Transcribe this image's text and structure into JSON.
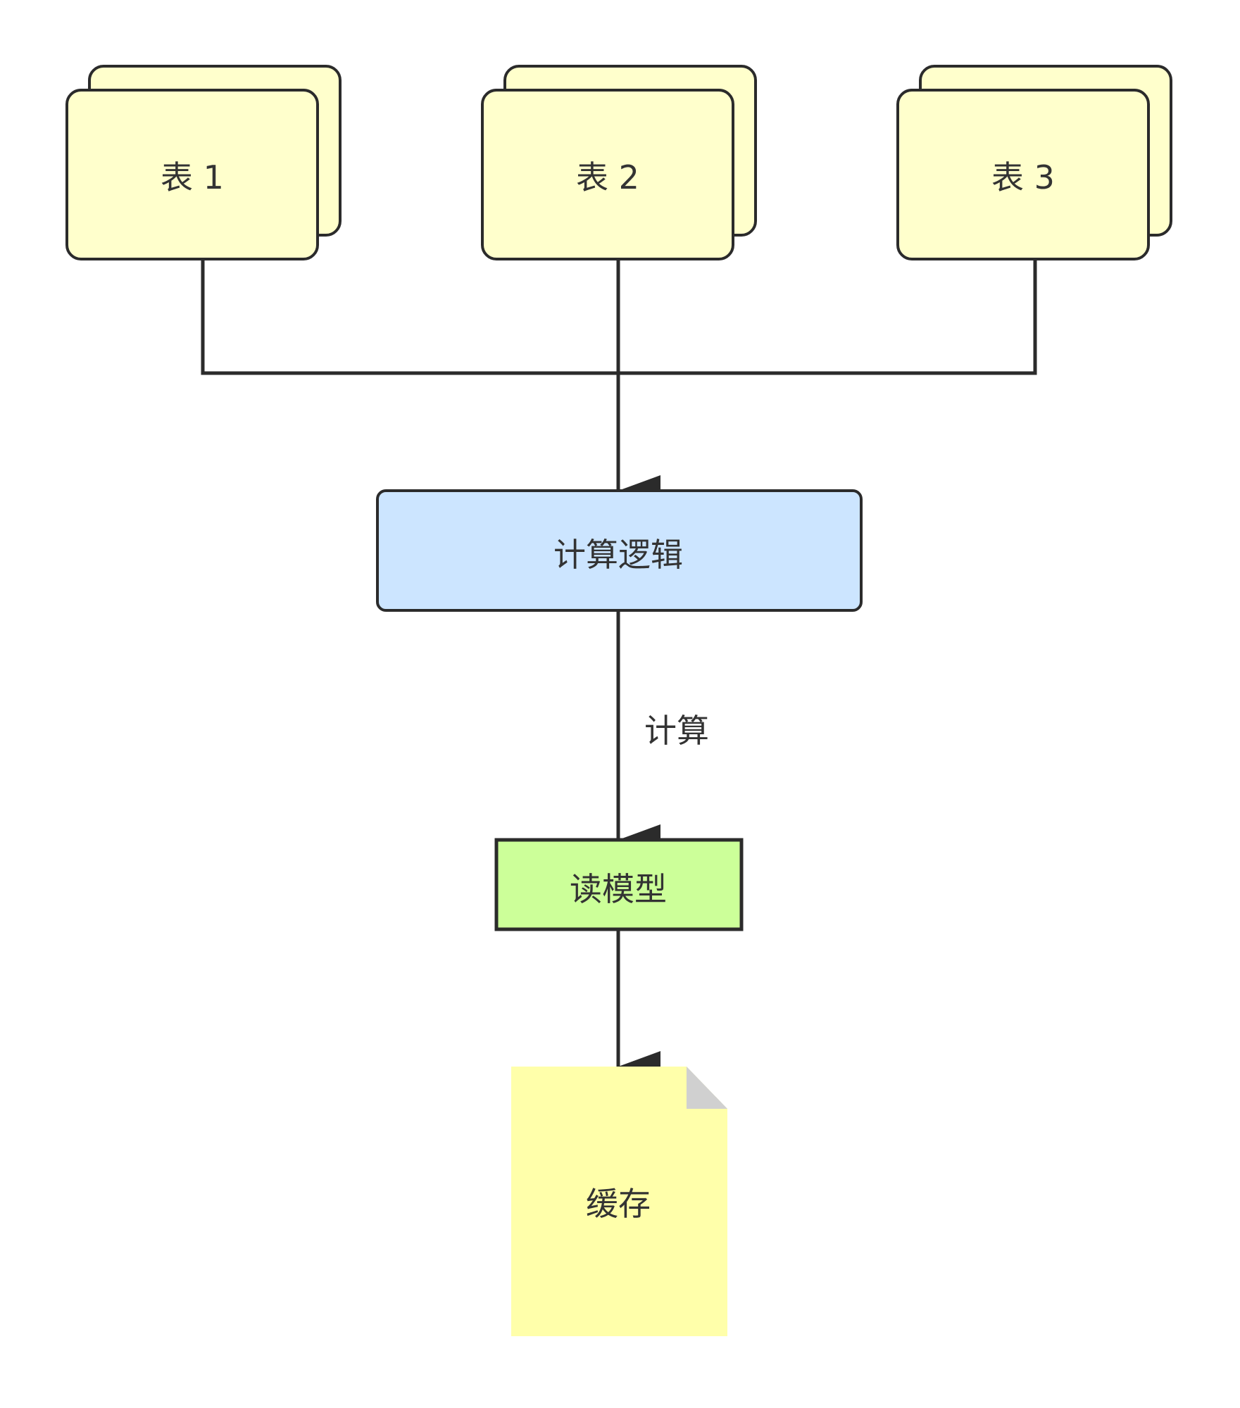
{
  "diagram": {
    "tables": [
      {
        "label": "表 1"
      },
      {
        "label": "表 2"
      },
      {
        "label": "表 3"
      }
    ],
    "logic_box": {
      "label": "计算逻辑"
    },
    "edge_label": "计算",
    "read_model": {
      "label": "读模型"
    },
    "cache": {
      "label": "缓存"
    }
  },
  "colors": {
    "table_fill": "#FFFFCC",
    "logic_fill": "#CCE5FF",
    "read_model_fill": "#CCFF99",
    "cache_fill": "#FFFFAA",
    "cache_fold": "#D0D0D0",
    "stroke": "#2B2B2B",
    "text": "#333333"
  }
}
